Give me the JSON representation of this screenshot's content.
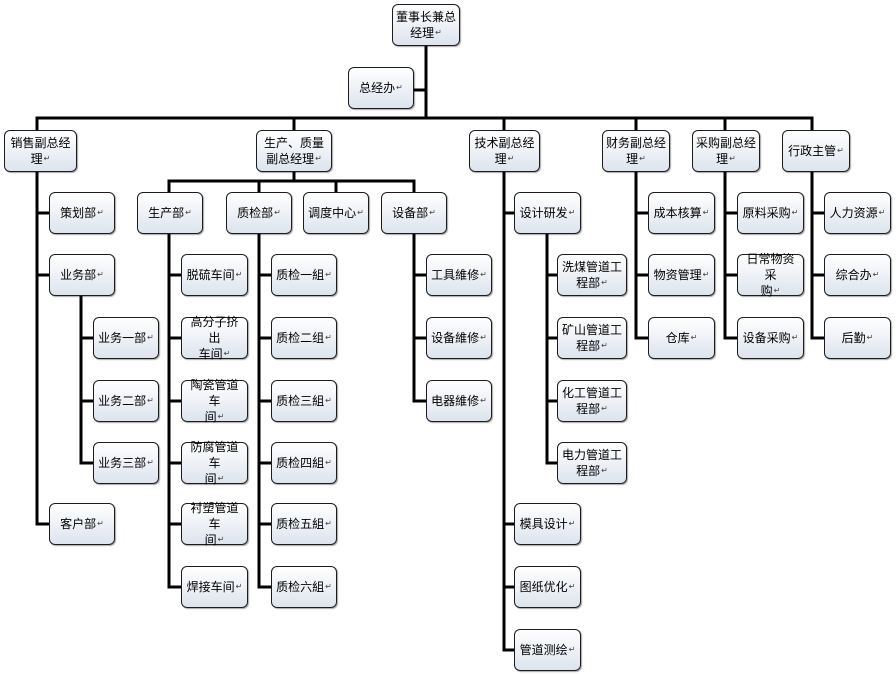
{
  "nodes": [
    {
      "id": "chairman",
      "label": "董事长兼总\n经理"
    },
    {
      "id": "gm_office",
      "label": "总经办"
    },
    {
      "id": "vp_sales",
      "label": "销售副总经\n理"
    },
    {
      "id": "vp_prod",
      "label": "生产、质量\n副总经理"
    },
    {
      "id": "vp_tech",
      "label": "技术副总经\n理"
    },
    {
      "id": "vp_fin",
      "label": "财务副总经\n理"
    },
    {
      "id": "vp_purch",
      "label": "采购副总经\n理"
    },
    {
      "id": "admin",
      "label": "行政主管"
    },
    {
      "id": "plan",
      "label": "策划部"
    },
    {
      "id": "biz",
      "label": "业务部"
    },
    {
      "id": "biz1",
      "label": "业务一部"
    },
    {
      "id": "biz2",
      "label": "业务二部"
    },
    {
      "id": "biz3",
      "label": "业务三部"
    },
    {
      "id": "cust",
      "label": "客户部"
    },
    {
      "id": "prod_dept",
      "label": "生产部"
    },
    {
      "id": "qc_dept",
      "label": "质检部"
    },
    {
      "id": "dispatch",
      "label": "调度中心"
    },
    {
      "id": "equip_dept",
      "label": "设备部"
    },
    {
      "id": "desulf",
      "label": "脱硫车间"
    },
    {
      "id": "polymer",
      "label": "高分子挤出\n车间"
    },
    {
      "id": "ceramic",
      "label": "陶瓷管道车\n间"
    },
    {
      "id": "anticorr",
      "label": "防腐管道车\n间"
    },
    {
      "id": "lined",
      "label": "衬塑管道车\n间"
    },
    {
      "id": "welding",
      "label": "焊接车间"
    },
    {
      "id": "qc1",
      "label": "质检一組"
    },
    {
      "id": "qc2",
      "label": "质检二组"
    },
    {
      "id": "qc3",
      "label": "质检三組"
    },
    {
      "id": "qc4",
      "label": "质检四組"
    },
    {
      "id": "qc5",
      "label": "质检五組"
    },
    {
      "id": "qc6",
      "label": "质检六組"
    },
    {
      "id": "tool_maint",
      "label": "工具維修"
    },
    {
      "id": "equip_maint",
      "label": "设备維修"
    },
    {
      "id": "elec_maint",
      "label": "电器維修"
    },
    {
      "id": "design_rd",
      "label": "设计研发"
    },
    {
      "id": "wash_pipe",
      "label": "洗煤管道工\n程部"
    },
    {
      "id": "mine_pipe",
      "label": "矿山管道工\n程部"
    },
    {
      "id": "chem_pipe",
      "label": "化工管道工\n程部"
    },
    {
      "id": "power_pipe",
      "label": "电力管道工\n程部"
    },
    {
      "id": "mold",
      "label": "模具设计"
    },
    {
      "id": "drawing",
      "label": "图纸优化"
    },
    {
      "id": "survey",
      "label": "管道测绘"
    },
    {
      "id": "cost",
      "label": "成本核算"
    },
    {
      "id": "material_mgmt",
      "label": "物资管理"
    },
    {
      "id": "warehouse",
      "label": "仓库"
    },
    {
      "id": "raw_purch",
      "label": "原料采购"
    },
    {
      "id": "daily_purch",
      "label": "日常物资采\n购"
    },
    {
      "id": "equip_purch",
      "label": "设备采购"
    },
    {
      "id": "hr",
      "label": "人力资源"
    },
    {
      "id": "general",
      "label": "综合办"
    },
    {
      "id": "logistics",
      "label": "后勤"
    }
  ]
}
